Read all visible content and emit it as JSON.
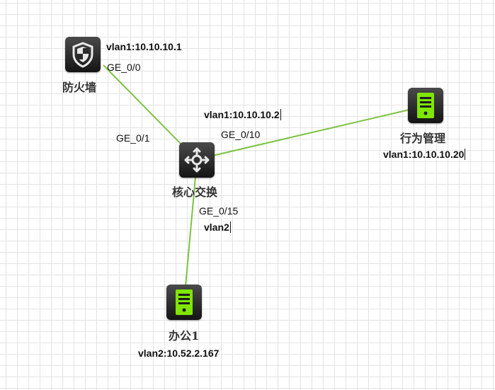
{
  "colors": {
    "link": "#7cc341",
    "icon_accent": "#7fe600",
    "icon_body": "#1e1e1e"
  },
  "nodes": {
    "firewall": {
      "icon": "firewall-shield-icon",
      "label": "防火墙",
      "ip": "vlan1:10.10.10.1",
      "port": "GE_0/0"
    },
    "core_switch": {
      "icon": "switch-arrows-icon",
      "label": "核心交换",
      "ip_top": "vlan1:10.10.10.2",
      "port_firewall": "GE_0/1",
      "port_behavior": "GE_0/10",
      "port_office": "GE_0/15",
      "vlan_office": "vlan2"
    },
    "behavior_mgmt": {
      "icon": "server-icon",
      "label": "行为管理",
      "ip": "vlan1:10.10.10.20"
    },
    "office1": {
      "icon": "server-icon",
      "label": "办公1",
      "ip": "vlan2:10.52.2.167"
    }
  }
}
